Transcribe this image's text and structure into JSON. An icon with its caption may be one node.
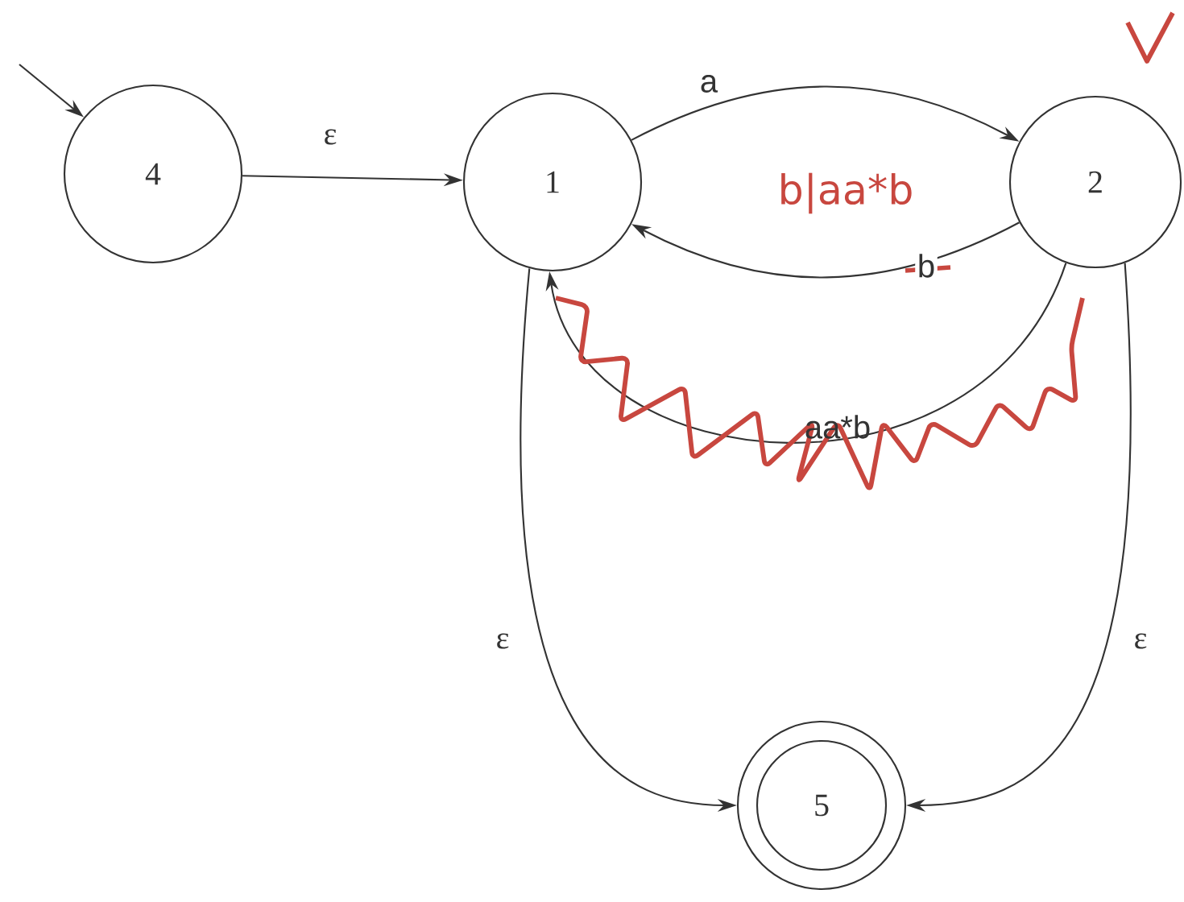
{
  "diagram": {
    "nodes": [
      {
        "text": [
          "4"
        ]
      },
      {
        "text": [
          "1"
        ]
      },
      {
        "text": [
          "2"
        ]
      },
      {
        "text": [
          "5"
        ]
      }
    ],
    "edges": [
      {
        "from": null,
        "to": 0,
        "arrow": "to"
      },
      {
        "from": 0,
        "to": 1,
        "arrow": "to",
        "label": "ε"
      },
      {
        "from": 1,
        "to": 2,
        "arrow": "to",
        "label": "a"
      },
      {
        "from": 2,
        "to": 1,
        "arrow": "to",
        "label": "b"
      },
      {
        "from": 2,
        "to": 1,
        "arrow": "to",
        "label": "aa*b"
      },
      {
        "from": 1,
        "to": 3,
        "arrow": "to",
        "label": "ε"
      },
      {
        "from": 2,
        "to": 3,
        "arrow": "to",
        "label": "ε"
      }
    ],
    "labels": [
      "b|aa*b"
    ]
  }
}
